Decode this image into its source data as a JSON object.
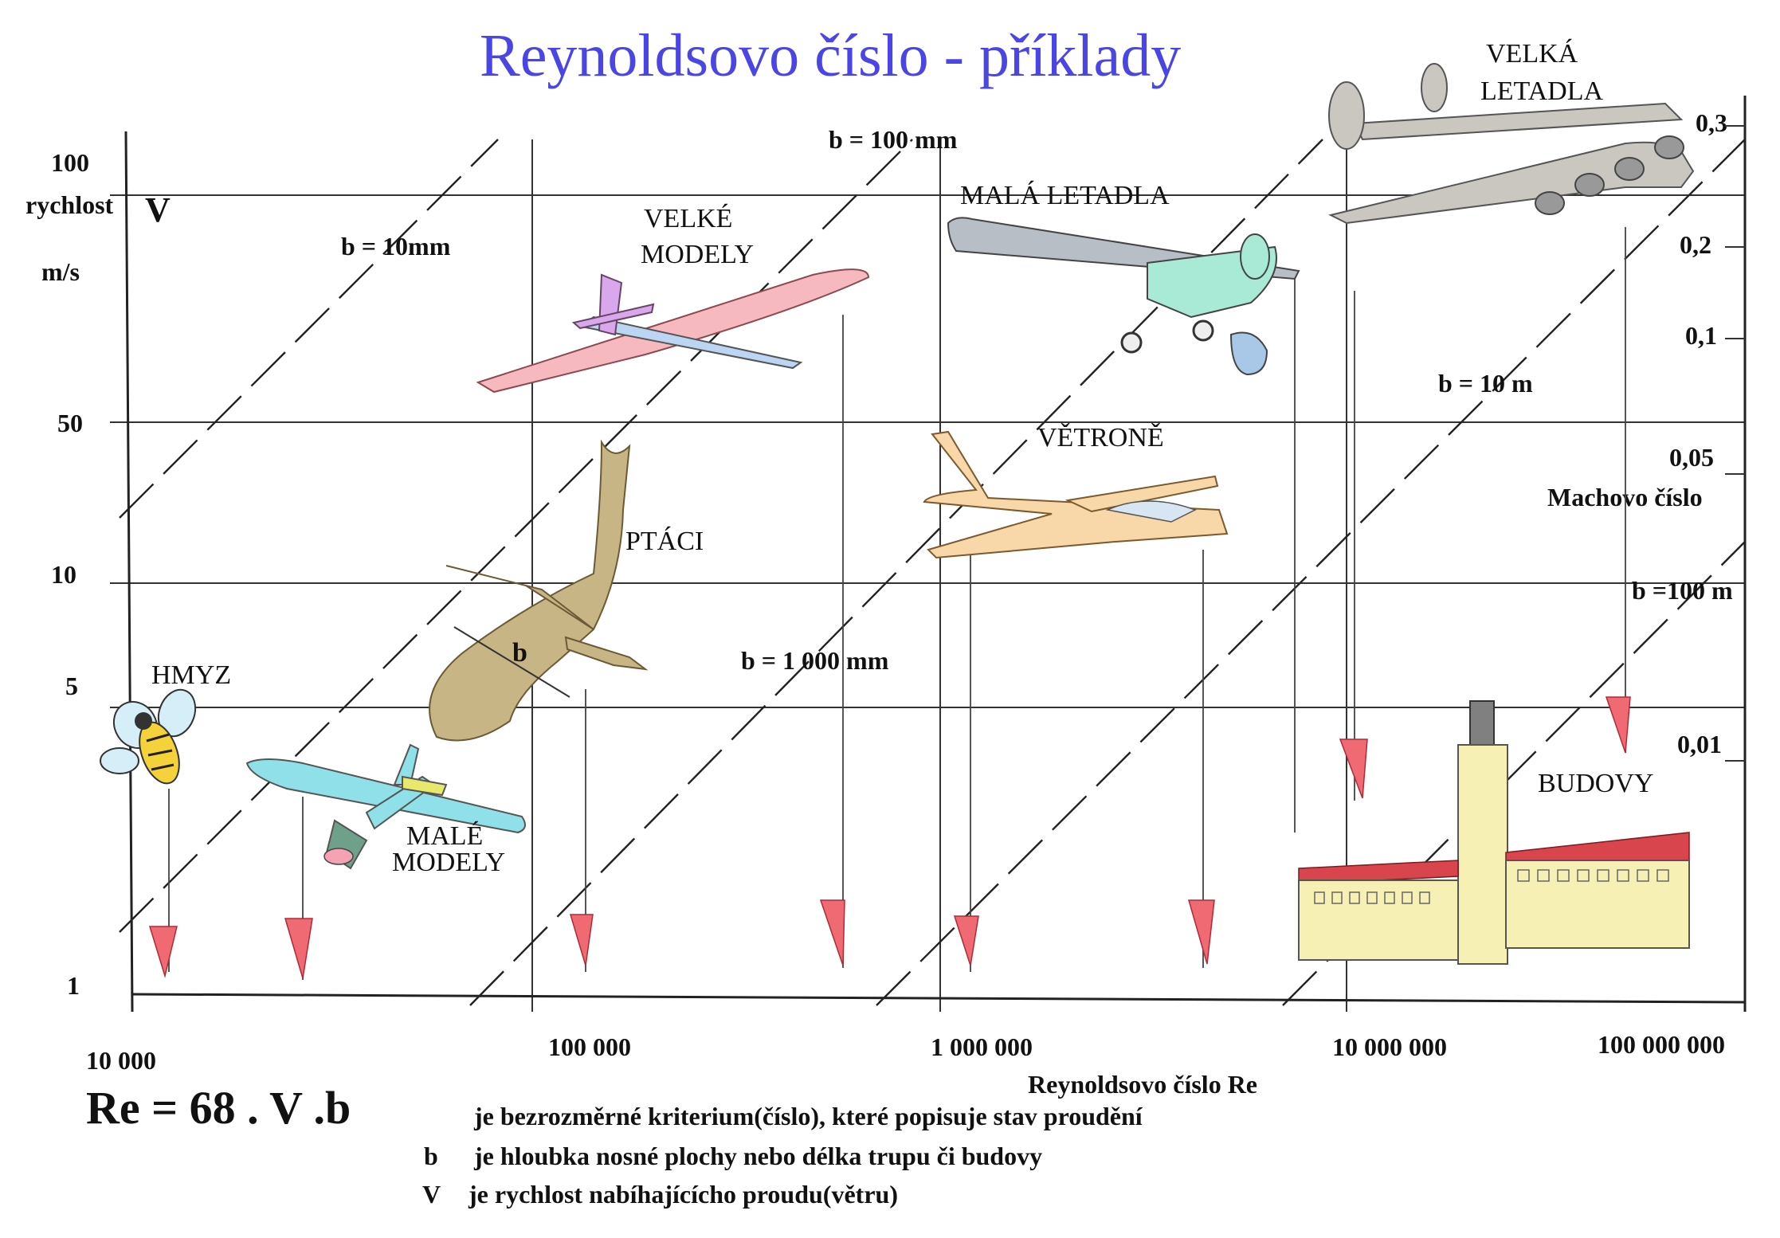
{
  "title": "Reynoldsovo  číslo - příklady",
  "axes": {
    "y_label_line1": "rychlost",
    "y_label_symbol": "V",
    "y_unit": "m/s",
    "y_ticks": [
      "100",
      "50",
      "10",
      "5",
      "1"
    ],
    "x_ticks": [
      "10 000",
      "100 000",
      "1 000 000",
      "10 000 000",
      "100 000 000"
    ],
    "x_label": "Reynoldsovo číslo  Re",
    "mach_label": "Machovo číslo",
    "mach_ticks": [
      "0,3",
      "0,2",
      "0,1",
      "0,05",
      "0,01"
    ]
  },
  "diagonals": [
    "b = 10mm",
    "b = 100 mm",
    "b = 1 000 mm",
    "b = 10 m",
    "b =100 m"
  ],
  "categories": {
    "hmyz": "HMYZ",
    "male_modely_1": "MALÉ",
    "male_modely_2": "MODELY",
    "ptaci": "PTÁCI",
    "chord": "b",
    "velke_modely_1": "VELKÉ",
    "velke_modely_2": "MODELY",
    "mala_letadla": "MALÁ  LETADLA",
    "vetrone": "VĚTRONĚ",
    "velka_letadla_1": "VELKÁ",
    "velka_letadla_2": "LETADLA",
    "budovy": "BUDOVY"
  },
  "formula": "Re = 68 . V .b",
  "legend": [
    {
      "symbol": "",
      "text": "je bezrozměrné kriterium(číslo), které popisuje stav proudění"
    },
    {
      "symbol": "b",
      "text": "je hloubka nosné plochy nebo délka trupu či budovy"
    },
    {
      "symbol": "V",
      "text": "je rychlost nabíhajícícho proudu(větru)"
    }
  ],
  "colors": {
    "title": "#4a46e6",
    "flag": "#f06a74",
    "bird": "#c8b586",
    "small_model": "#8fe0e8",
    "small_plane": "#a8ead6",
    "large_model": "#f7b9c0",
    "glider": "#f8d7a8",
    "airliner": "#c9c7c0",
    "building_wall": "#f6f0b4",
    "building_roof": "#d9454c"
  }
}
